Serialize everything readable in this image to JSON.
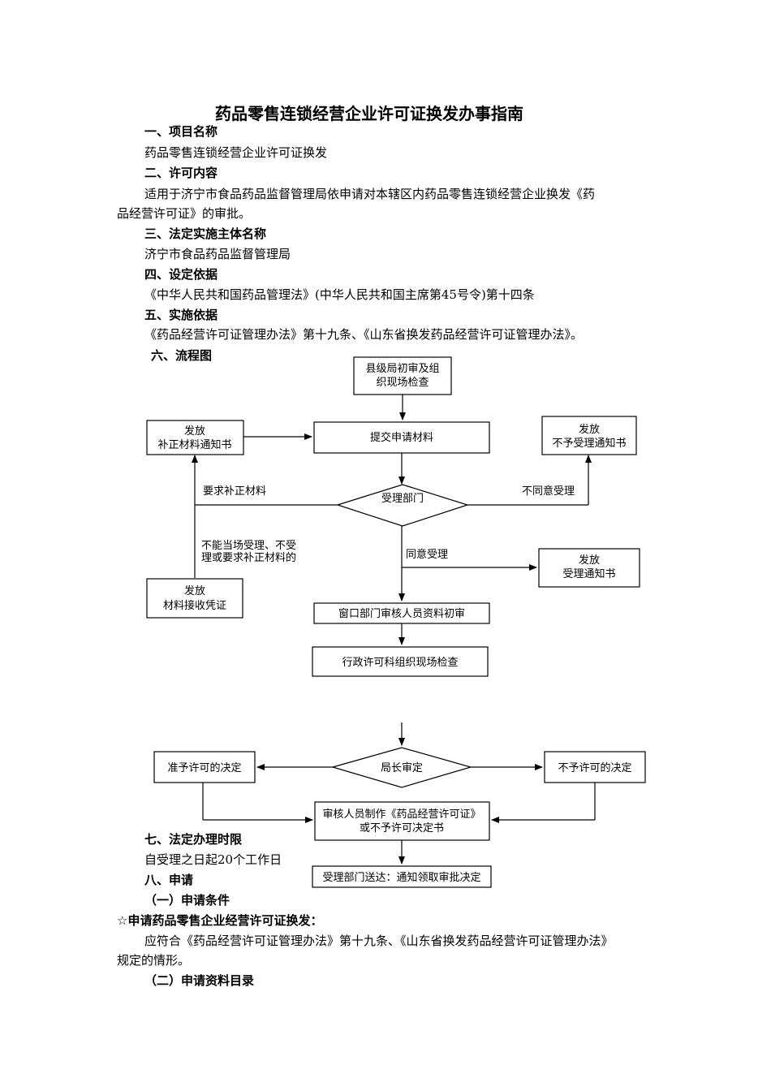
{
  "title": "药品零售连锁经营企业许可证换发办事指南",
  "s1": {
    "heading": "一、项目名称",
    "text": "药品零售连锁经营企业许可证换发"
  },
  "s2": {
    "heading": "二、许可内容",
    "line1": "适用于济宁市食品药品监督管理局依申请对本辖区内药品零售连锁经营企业换发《药",
    "line2": "品经营许可证》的审批。"
  },
  "s3": {
    "heading": "三、法定实施主体名称",
    "text": "济宁市食品药品监督管理局"
  },
  "s4": {
    "heading": "四、设定依据",
    "text": "《中华人民共和国药品管理法》(中华人民共和国主席第45号令)第十四条"
  },
  "s5": {
    "heading": "五、实施依据",
    "text": "《药品经营许可证管理办法》第十九条、《山东省换发药品经营许可证管理办法》。"
  },
  "s6": {
    "heading": "六、流程图"
  },
  "flow": {
    "county_l1": "县级局初审及组",
    "county_l2": "织现场检查",
    "submit": "提交申请材料",
    "supp_l1": "发放",
    "supp_l2": "补正材料通知书",
    "notaccept_l1": "发放",
    "notaccept_l2": "不予受理通知书",
    "dept": "受理部门",
    "req_supp": "要求补正材料",
    "disagree": "不同意受理",
    "cannot_l1": "不能当场受理、不受",
    "cannot_l2": "理或要求补正材料的",
    "agree": "同意受理",
    "acceptnotice_l1": "发放",
    "acceptnotice_l2": "受理通知书",
    "receipt_l1": "发放",
    "receipt_l2": "材料接收凭证",
    "window": "窗口部门审核人员资料初审",
    "admin": "行政许可科组织现场检查",
    "director": "局长审定",
    "approve": "准予许可的决定",
    "reject": "不予许可的决定",
    "make_l1": "审核人员制作《药品经营许可证》",
    "make_l2": "或不予许可决定书",
    "deliver": "受理部门送达：通知领取审批决定"
  },
  "s7": {
    "heading": "七、法定办理时限",
    "text": "自受理之日起20个工作日"
  },
  "s8": {
    "heading": "八、申请",
    "sub1": "（一）申请条件",
    "star": "☆申请药品零售企业经营许可证换发：",
    "line1": "应符合《药品经营许可证管理办法》第十九条、《山东省换发药品经营许可证管理办法》",
    "line2": "规定的情形。",
    "sub2": "（二）申请资料目录"
  }
}
